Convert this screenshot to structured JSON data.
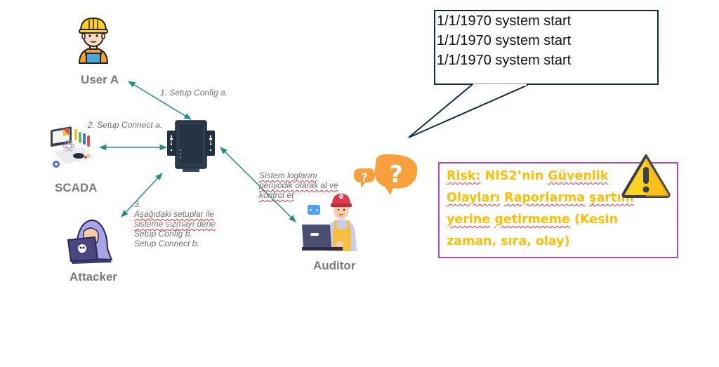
{
  "actors": {
    "user_a": "User A",
    "scada": "SCADA",
    "attacker": "Attacker",
    "auditor": "Auditor"
  },
  "steps": {
    "step1": "1. Setup Config a.",
    "step2": "2. Setup Connect a.",
    "step3_number": "3.",
    "step3_lines": [
      "Aşağıdaki setuplar ile",
      "sisteme sızmayı dene",
      "Setup Config b.",
      "Setup Connect b."
    ],
    "auditor_lines": [
      "Sistem loglarını",
      "periyodik olarak al ve",
      "kontrol et"
    ]
  },
  "log_bubble": {
    "lines": [
      "1/1/1970 system start",
      "1/1/1970 system start",
      "1/1/1970 system start"
    ]
  },
  "risk": {
    "words": [
      "Risk:",
      "NIS2’nin",
      "Güvenlik",
      "Olayları",
      "Raporlarma",
      "şartını",
      "yerine",
      "getirmeme",
      "(Kesin",
      "zaman,",
      "sıra,",
      "olay)"
    ],
    "text": "Risk: NIS2’nin Güvenlik Olayları Raporlarma şartını yerine getirmeme (Kesin zaman, sıra, olay)"
  },
  "icons": {
    "user_a": "construction-worker-icon",
    "scada": "scada-dashboard-icon",
    "device": "industrial-gateway-device-icon",
    "attacker": "hooded-hacker-laptop-icon",
    "auditor": "auditor-engineer-laptop-icon",
    "question": "question-bubble-icon",
    "warning": "warning-triangle-icon"
  },
  "colors": {
    "arrow": "#1f8f88",
    "risk_text": "#ffbf00",
    "risk_border": "#b04bbd",
    "bubble_border": "#112b3c",
    "label_gray": "#7a7a7a"
  }
}
